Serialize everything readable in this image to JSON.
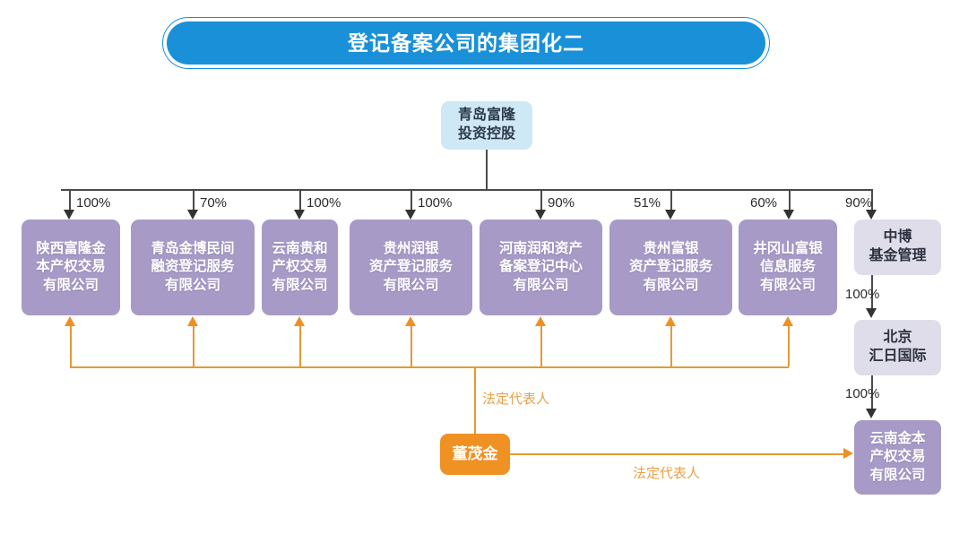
{
  "title": {
    "text": "登记备案公司的集团化二"
  },
  "colors": {
    "title_bar": "#1a90d9",
    "root_node": "#cfe8f5",
    "subsidiary_node": "#a79ac7",
    "fund_node": "#dedde9",
    "person_node": "#ef9123",
    "ownership_line": "#4a4a4a",
    "representative_line": "#e49a33"
  },
  "root": {
    "label": "青岛富隆\n投资控股"
  },
  "subsidiaries": [
    {
      "label": "陕西富隆金\n本产权交易\n有限公司",
      "percent": "100%"
    },
    {
      "label": "青岛金博民间\n融资登记服务\n有限公司",
      "percent": "70%"
    },
    {
      "label": "云南贵和\n产权交易\n有限公司",
      "percent": "100%"
    },
    {
      "label": "贵州润银\n资产登记服务\n有限公司",
      "percent": "100%"
    },
    {
      "label": "河南润和资产\n备案登记中心\n有限公司",
      "percent": "90%"
    },
    {
      "label": "贵州富银\n资产登记服务\n有限公司",
      "percent": "51%"
    },
    {
      "label": "井冈山富银\n信息服务\n有限公司",
      "percent": "60%"
    }
  ],
  "right_chain": {
    "fund": {
      "label": "中博\n基金管理",
      "percent": "90%"
    },
    "intermediate": {
      "label": "北京\n汇日国际",
      "percent": "100%"
    },
    "terminal": {
      "label": "云南金本\n产权交易\n有限公司",
      "percent": "100%"
    }
  },
  "person": {
    "name": "董茂金",
    "relation_label_up": "法定代表人",
    "relation_label_right": "法定代表人"
  }
}
